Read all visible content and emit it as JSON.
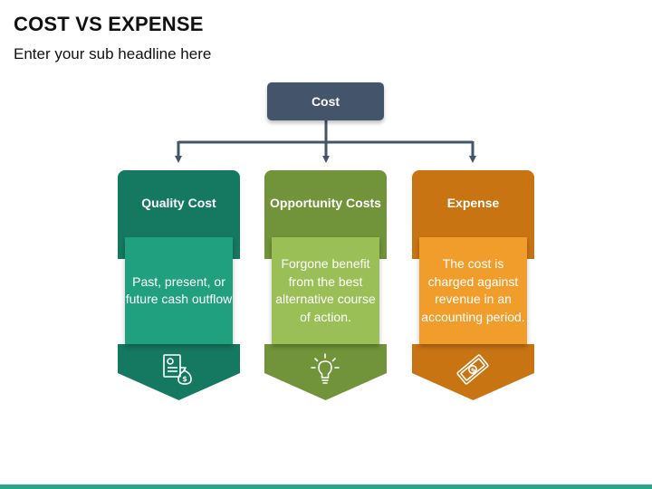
{
  "header": {
    "title": "COST VS EXPENSE",
    "subtitle": "Enter your sub headline here"
  },
  "root": {
    "label": "Cost"
  },
  "cards": [
    {
      "label": "Quality Cost",
      "description": "Past, present, or future cash outflow",
      "icon": "document-money-bag-icon",
      "colors": {
        "dark": "#157860",
        "mid": "#21a07f",
        "light": "#2aa58a",
        "shade": "#0c5a48"
      }
    },
    {
      "label": "Opportunity Costs",
      "description": "Forgone benefit from the best alternative course of action.",
      "icon": "lightbulb-icon",
      "colors": {
        "dark": "#719339",
        "mid": "#9bbf57",
        "light": "#7c9c3e",
        "shade": "#5a7a2a"
      }
    },
    {
      "label": "Expense",
      "description": "The cost is charged against revenue in an accounting period.",
      "icon": "banknote-icon",
      "colors": {
        "dark": "#c87412",
        "mid": "#f09d2b",
        "light": "#d07c16",
        "shade": "#a45d0c"
      }
    }
  ],
  "connector_color": "#44546a"
}
